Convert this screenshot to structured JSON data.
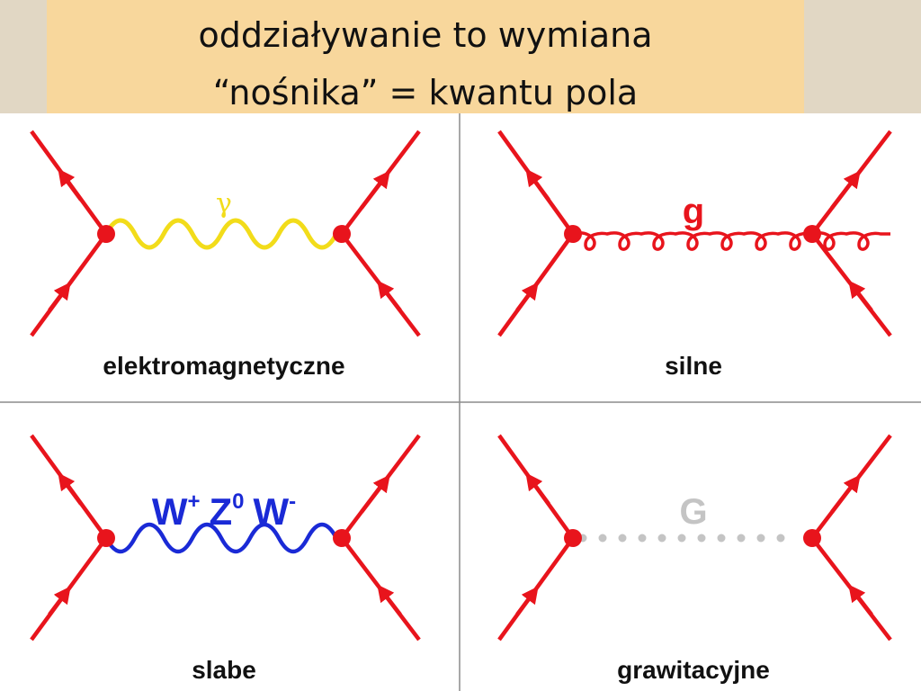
{
  "title": {
    "line1": "oddziaływanie to wymiana",
    "line2": "“nośnika” =  kwantu pola"
  },
  "panels": [
    {
      "label": "elektromagnetyczne",
      "carrier": "γ"
    },
    {
      "label": "silne",
      "carrier": "g"
    },
    {
      "label": "slabe",
      "carrier_w": "W",
      "carrier_w_sup": "+",
      "carrier_z": "Z",
      "carrier_z_sup": "0",
      "carrier_w2": "W",
      "carrier_w2_sup": "-"
    },
    {
      "label": "grawitacyjne",
      "carrier": "G"
    }
  ],
  "colors": {
    "fermion": "#e8141c",
    "photon": "#f2dc1a",
    "weak": "#1a2ad6",
    "graviton": "#c4c4c4",
    "title_bg": "#f8d79c",
    "frame_bg": "#e1d7c4"
  }
}
